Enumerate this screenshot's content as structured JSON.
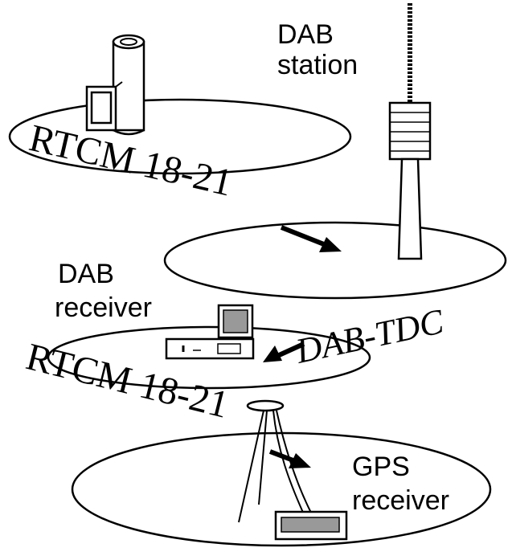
{
  "labels": {
    "dab_station": [
      "DAB",
      "station"
    ],
    "dab_receiver": [
      "DAB",
      "receiver"
    ],
    "gps_receiver": [
      "GPS",
      "receiver"
    ],
    "rtcm_top": "RTCM 18-21",
    "dab_tdc": "DAB-TDC",
    "rtcm_bottom": "RTCM 18-21"
  },
  "colors": {
    "ink": "#000000",
    "fill_gray": "#999999",
    "background": "#ffffff"
  },
  "icons": [
    "reference-station-tower-icon",
    "dab-transmitter-mast-icon",
    "dab-receiver-computer-icon",
    "gps-antenna-tripod-icon",
    "gps-receiver-device-icon"
  ]
}
